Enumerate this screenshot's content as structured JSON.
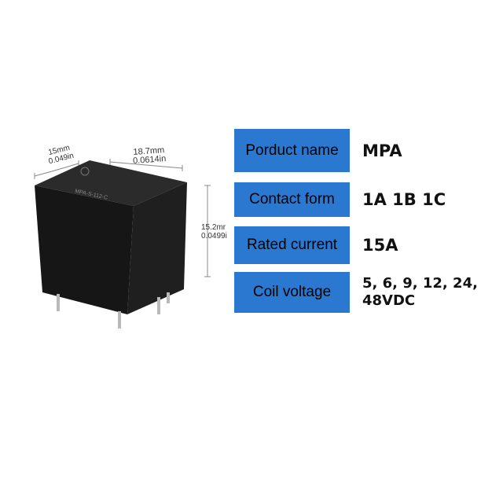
{
  "dimensions": {
    "width_mm": "15mm",
    "width_in": "0.049in",
    "length_mm": "18.7mm",
    "length_in": "0.0614in",
    "height_mm": "15.2mr",
    "height_in": "0.0499i"
  },
  "relay_markings": [
    "MPA-S-112-C"
  ],
  "specs": [
    {
      "label": "Porduct name",
      "value": "MPA"
    },
    {
      "label": "Contact form",
      "value": "1A 1B 1C"
    },
    {
      "label": "Rated current",
      "value": "15A"
    },
    {
      "label": "Coil voltage",
      "value": "5, 6, 9, 12, 24, 48VDC"
    }
  ],
  "colors": {
    "label_background": "#2a78cf",
    "relay_body": "#1c1c1c"
  }
}
